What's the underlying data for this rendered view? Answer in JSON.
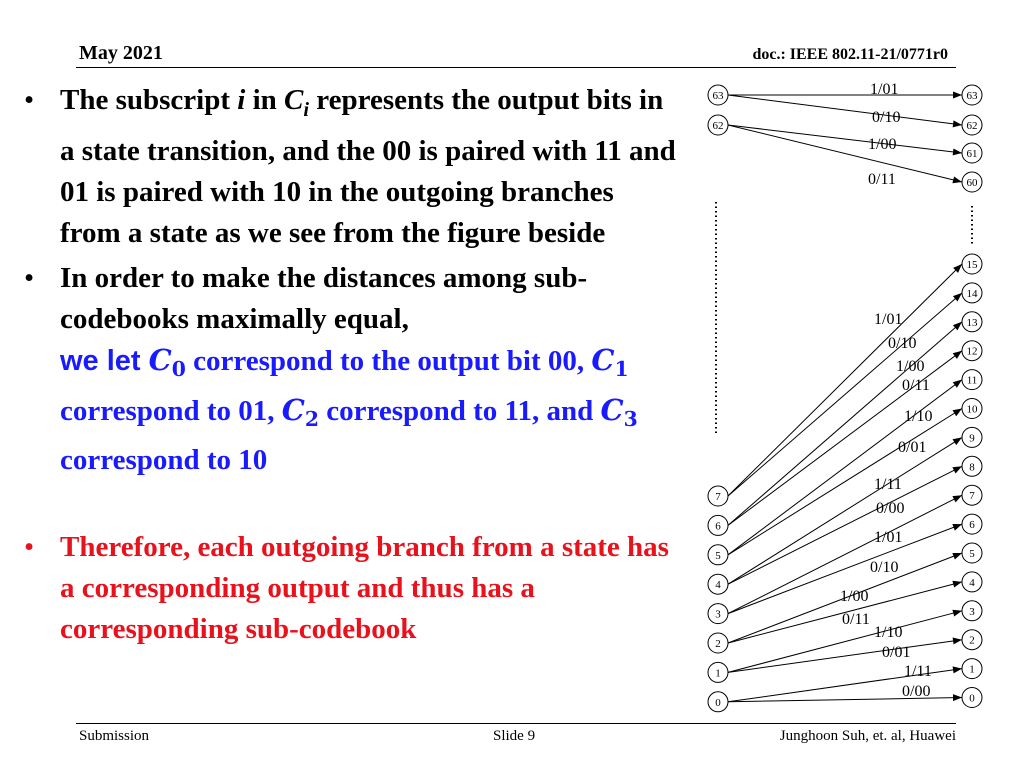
{
  "header": {
    "date": "May 2021",
    "doc": "doc.: IEEE 802.11-21/0771r0"
  },
  "footer": {
    "left": "Submission",
    "center": "Slide 9",
    "right": "Junghoon Suh, et. al, Huawei"
  },
  "bullets": {
    "b1": {
      "t1": "The subscript ",
      "i": "i",
      "t2": " in ",
      "c": "C",
      "ci": "i",
      "t3": " represents the output bits in a state transition, and the 00 is paired with 11 and 01 is paired with 10 in the outgoing branches from a state as we see from the figure beside"
    },
    "b2": {
      "t1": "In order to make the distances among sub-codebooks maximally equal,",
      "we_let": "we let ",
      "c0": "C",
      "c0_sub": "0",
      "t2": " correspond to the output bit 00, ",
      "c1": "C",
      "c1_sub": "1",
      "t3": " correspond to 01, ",
      "c2": "C",
      "c2_sub": "2",
      "t4": " correspond to 11, and ",
      "c3": "C",
      "c3_sub": "3",
      "t5": " correspond to 10"
    },
    "b3": {
      "text": "Therefore, each outgoing branch from a state has a corresponding output and thus has a corresponding sub-codebook"
    }
  },
  "trellis": {
    "left_states_top": [
      "63",
      "62"
    ],
    "right_states_top": [
      "63",
      "62",
      "61",
      "60"
    ],
    "top_labels": [
      "1/01",
      "0/10",
      "1/00",
      "0/11"
    ],
    "left_states_bottom": [
      "7",
      "6",
      "5",
      "4",
      "3",
      "2",
      "1",
      "0"
    ],
    "right_states_bottom": [
      "15",
      "14",
      "13",
      "12",
      "11",
      "10",
      "9",
      "8",
      "7",
      "6",
      "5",
      "4",
      "3",
      "2",
      "1",
      "0"
    ],
    "mid_labels": [
      "1/01",
      "0/10",
      "1/00",
      "0/11",
      "1/10",
      "0/01",
      "1/11",
      "0/00"
    ],
    "bottom_labels": [
      "1/01",
      "0/10",
      "1/00",
      "0/11",
      "1/10",
      "0/01",
      "1/11",
      "0/00"
    ],
    "edges_top": [
      [
        "63",
        "63"
      ],
      [
        "63",
        "62"
      ],
      [
        "62",
        "61"
      ],
      [
        "62",
        "60"
      ]
    ],
    "edges_bottom": [
      [
        "7",
        "15"
      ],
      [
        "7",
        "14"
      ],
      [
        "6",
        "13"
      ],
      [
        "6",
        "12"
      ],
      [
        "5",
        "11"
      ],
      [
        "5",
        "10"
      ],
      [
        "4",
        "9"
      ],
      [
        "4",
        "8"
      ],
      [
        "3",
        "7"
      ],
      [
        "3",
        "6"
      ],
      [
        "2",
        "5"
      ],
      [
        "2",
        "4"
      ],
      [
        "1",
        "3"
      ],
      [
        "1",
        "2"
      ],
      [
        "0",
        "1"
      ],
      [
        "0",
        "0"
      ]
    ]
  }
}
